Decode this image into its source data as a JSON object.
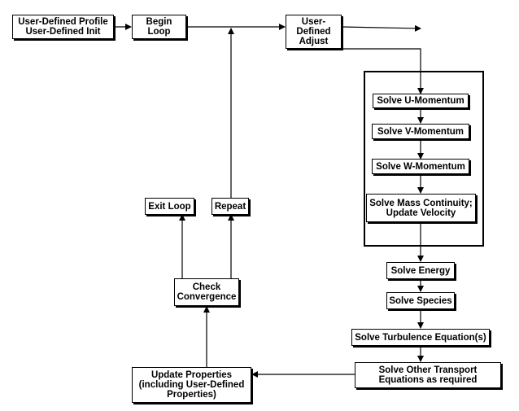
{
  "nodes": {
    "user_defined_profile": "User-Defined Profile\nUser-Defined Init",
    "begin_loop": "Begin\nLoop",
    "user_defined_adjust": "User-\nDefined\nAdjust",
    "solve_u_momentum": "Solve U-Momentum",
    "solve_v_momentum": "Solve V-Momentum",
    "solve_w_momentum": "Solve W-Momentum",
    "solve_mass_continuity": "Solve Mass Continuity;\nUpdate Velocity",
    "solve_energy": "Solve Energy",
    "solve_species": "Solve Species",
    "solve_turbulence": "Solve Turbulence Equation(s)",
    "solve_other_transport": "Solve Other Transport\nEquations as required",
    "update_properties": "Update Properties\n(including User-Defined\nProperties)",
    "check_convergence": "Check\nConvergence",
    "exit_loop": "Exit Loop",
    "repeat": "Repeat"
  },
  "colors": {
    "line": "#000000",
    "fill": "#ffffff"
  }
}
